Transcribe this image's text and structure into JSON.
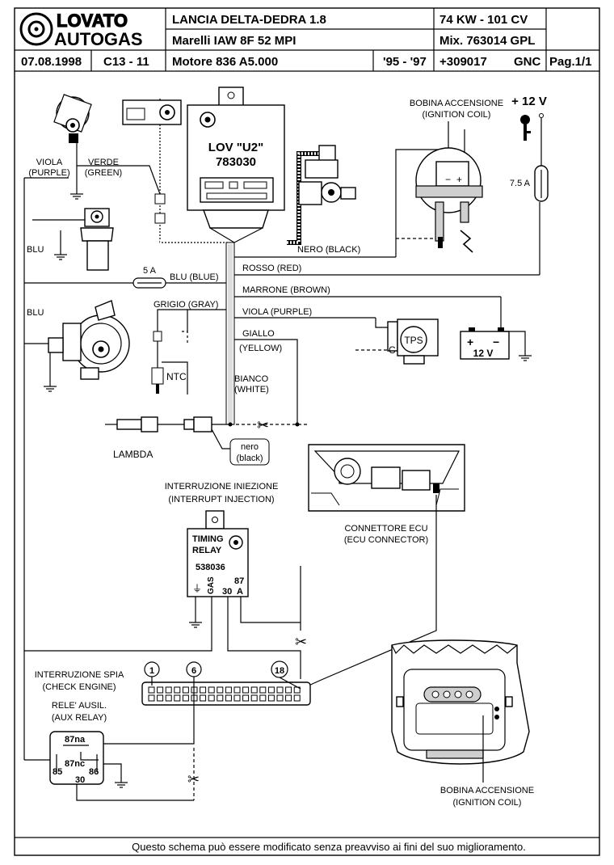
{
  "header": {
    "brand_top": "LOVATO",
    "brand_bottom": "AUTOGAS",
    "vehicle": "LANCIA DELTA-DEDRA 1.8",
    "power": "74 KW - 101 CV",
    "ecu_system": "Marelli IAW 8F 52  MPI",
    "mixer": "Mix. 763014 GPL",
    "date": "07.08.1998",
    "code": "C13 - 11",
    "engine": "Motore  836 A5.000",
    "years": "'95 - '97",
    "kit_number": "+309017",
    "fuel_type": "GNC",
    "page": "Pag.1/1"
  },
  "labels": {
    "lov_line1": "LOV \"U2\"",
    "lov_line2": "783030",
    "coil_top_1": "BOBINA ACCENSIONE",
    "coil_top_2": "(IGNITION COIL)",
    "plus12": "+ 12 V",
    "fuse_75": "7.5 A",
    "fuse_5": "5 A",
    "viola_1": "VIOLA",
    "viola_2": "(PURPLE)",
    "verde_1": "VERDE",
    "verde_2": "(GREEN)",
    "blu_a": "BLU",
    "blu_b": "BLU",
    "blu_blue": "BLU (BLUE)",
    "nero_black": "NERO (BLACK)",
    "rosso_red": "ROSSO (RED)",
    "marrone_brown": "MARRONE (BROWN)",
    "viola_purple": "VIOLA (PURPLE)",
    "grigio_gray": "GRIGIO (GRAY)",
    "giallo_1": "GIALLO",
    "giallo_2": "(YELLOW)",
    "bianco_1": "BIANCO",
    "bianco_2": "(WHITE)",
    "ntc": "NTC",
    "tps": "TPS",
    "c": "C",
    "battery_plus": "+",
    "battery_minus": "−",
    "battery_v": "12 V",
    "lambda": "LAMBDA",
    "nero_small_1": "nero",
    "nero_small_2": "(black)",
    "interr_inj_1": "INTERRUZIONE INIEZIONE",
    "interr_inj_2": "(INTERRUPT INJECTION)",
    "ecu_conn_1": "CONNETTORE ECU",
    "ecu_conn_2": "(ECU CONNECTOR)",
    "timing_1": "TIMING",
    "timing_2": "RELAY",
    "timing_code": "538036",
    "gas": "GAS",
    "pin87": "87",
    "pin30a": "30",
    "pinA": "A",
    "pin1": "1",
    "pin6": "6",
    "pin18": "18",
    "check_1": "INTERRUZIONE SPIA",
    "check_2": "(CHECK ENGINE)",
    "aux_1": "RELE' AUSIL.",
    "aux_2": "(AUX RELAY)",
    "r87na": "87na",
    "r87nc": "87nc",
    "r85": "85",
    "r86": "86",
    "r30": "30",
    "coil_bot_1": "BOBINA ACCENSIONE",
    "coil_bot_2": "(IGNITION COIL)",
    "footer": "Questo schema può essere modificato senza preavviso ai fini del suo miglioramento."
  }
}
